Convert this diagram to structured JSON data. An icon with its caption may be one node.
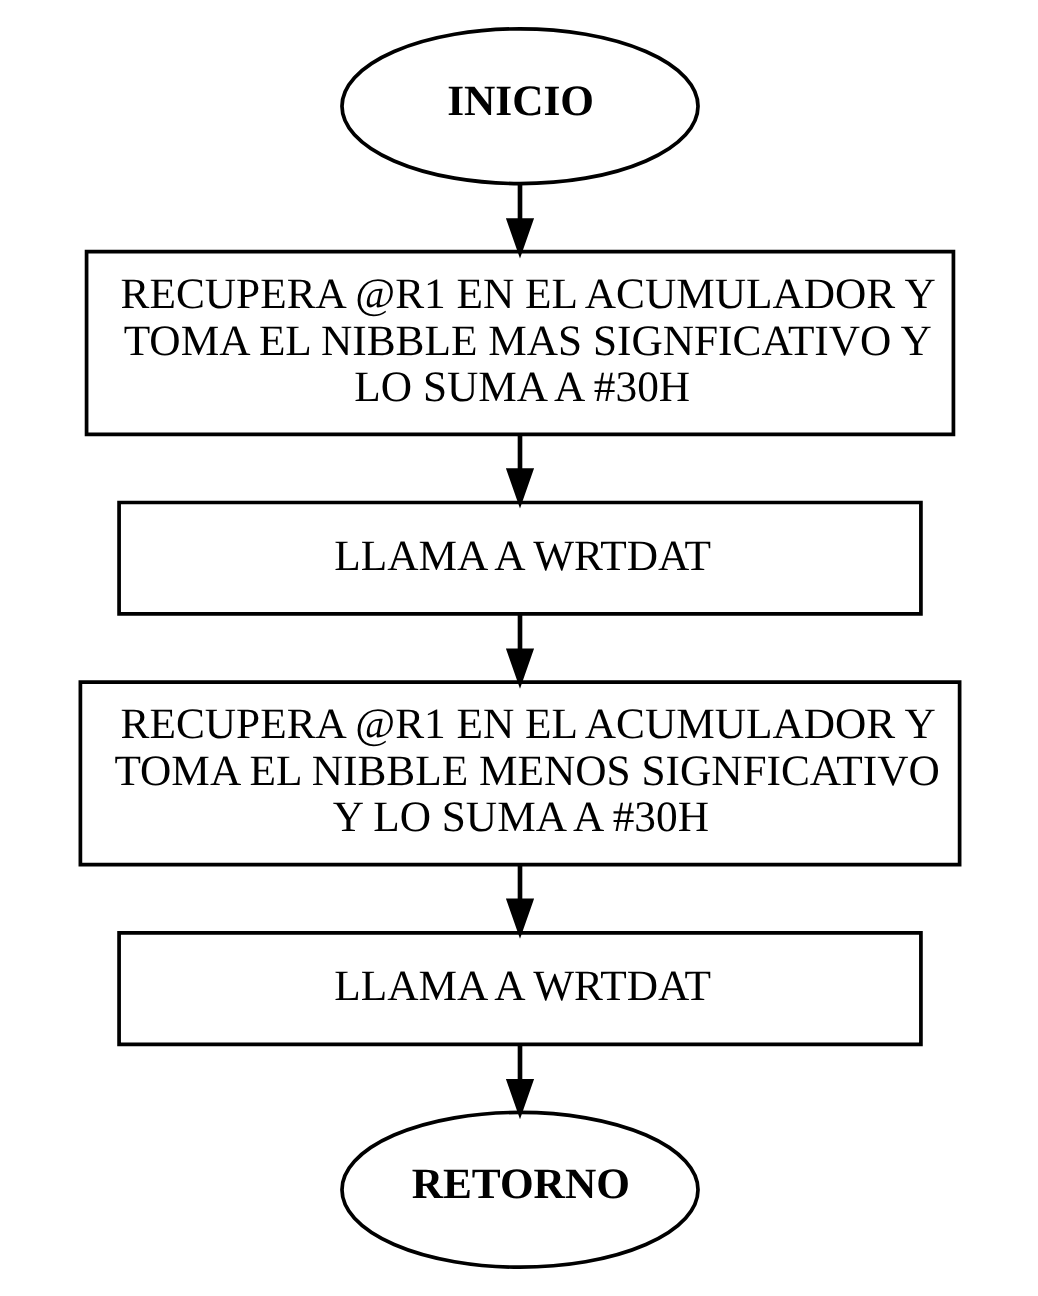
{
  "diagram": {
    "nodes": [
      {
        "text": [
          "INICIO"
        ]
      },
      {
        "text": [
          "RECUPERA @R1 EN EL ACUMULADOR Y TOMA EL NIBBLE MAS SIGNFICATIVO Y LO SUMA A #30H"
        ]
      },
      {
        "text": [
          "LLAMA A WRTDAT"
        ]
      },
      {
        "text": [
          "RECUPERA @R1 EN EL ACUMULADOR Y TOMA EL NIBBLE MENOS SIGNFICATIVO Y LO SUMA A #30H"
        ]
      },
      {
        "text": [
          "LLAMA A WRTDAT"
        ]
      },
      {
        "text": [
          "RETORNO"
        ]
      }
    ],
    "edges": [
      {
        "from": 0,
        "to": 1,
        "arrow": "to"
      },
      {
        "from": 1,
        "to": 2,
        "arrow": "to"
      },
      {
        "from": 2,
        "to": 3,
        "arrow": "to"
      },
      {
        "from": 3,
        "to": 4,
        "arrow": "to"
      },
      {
        "from": 4,
        "to": 5,
        "arrow": "to"
      }
    ]
  }
}
